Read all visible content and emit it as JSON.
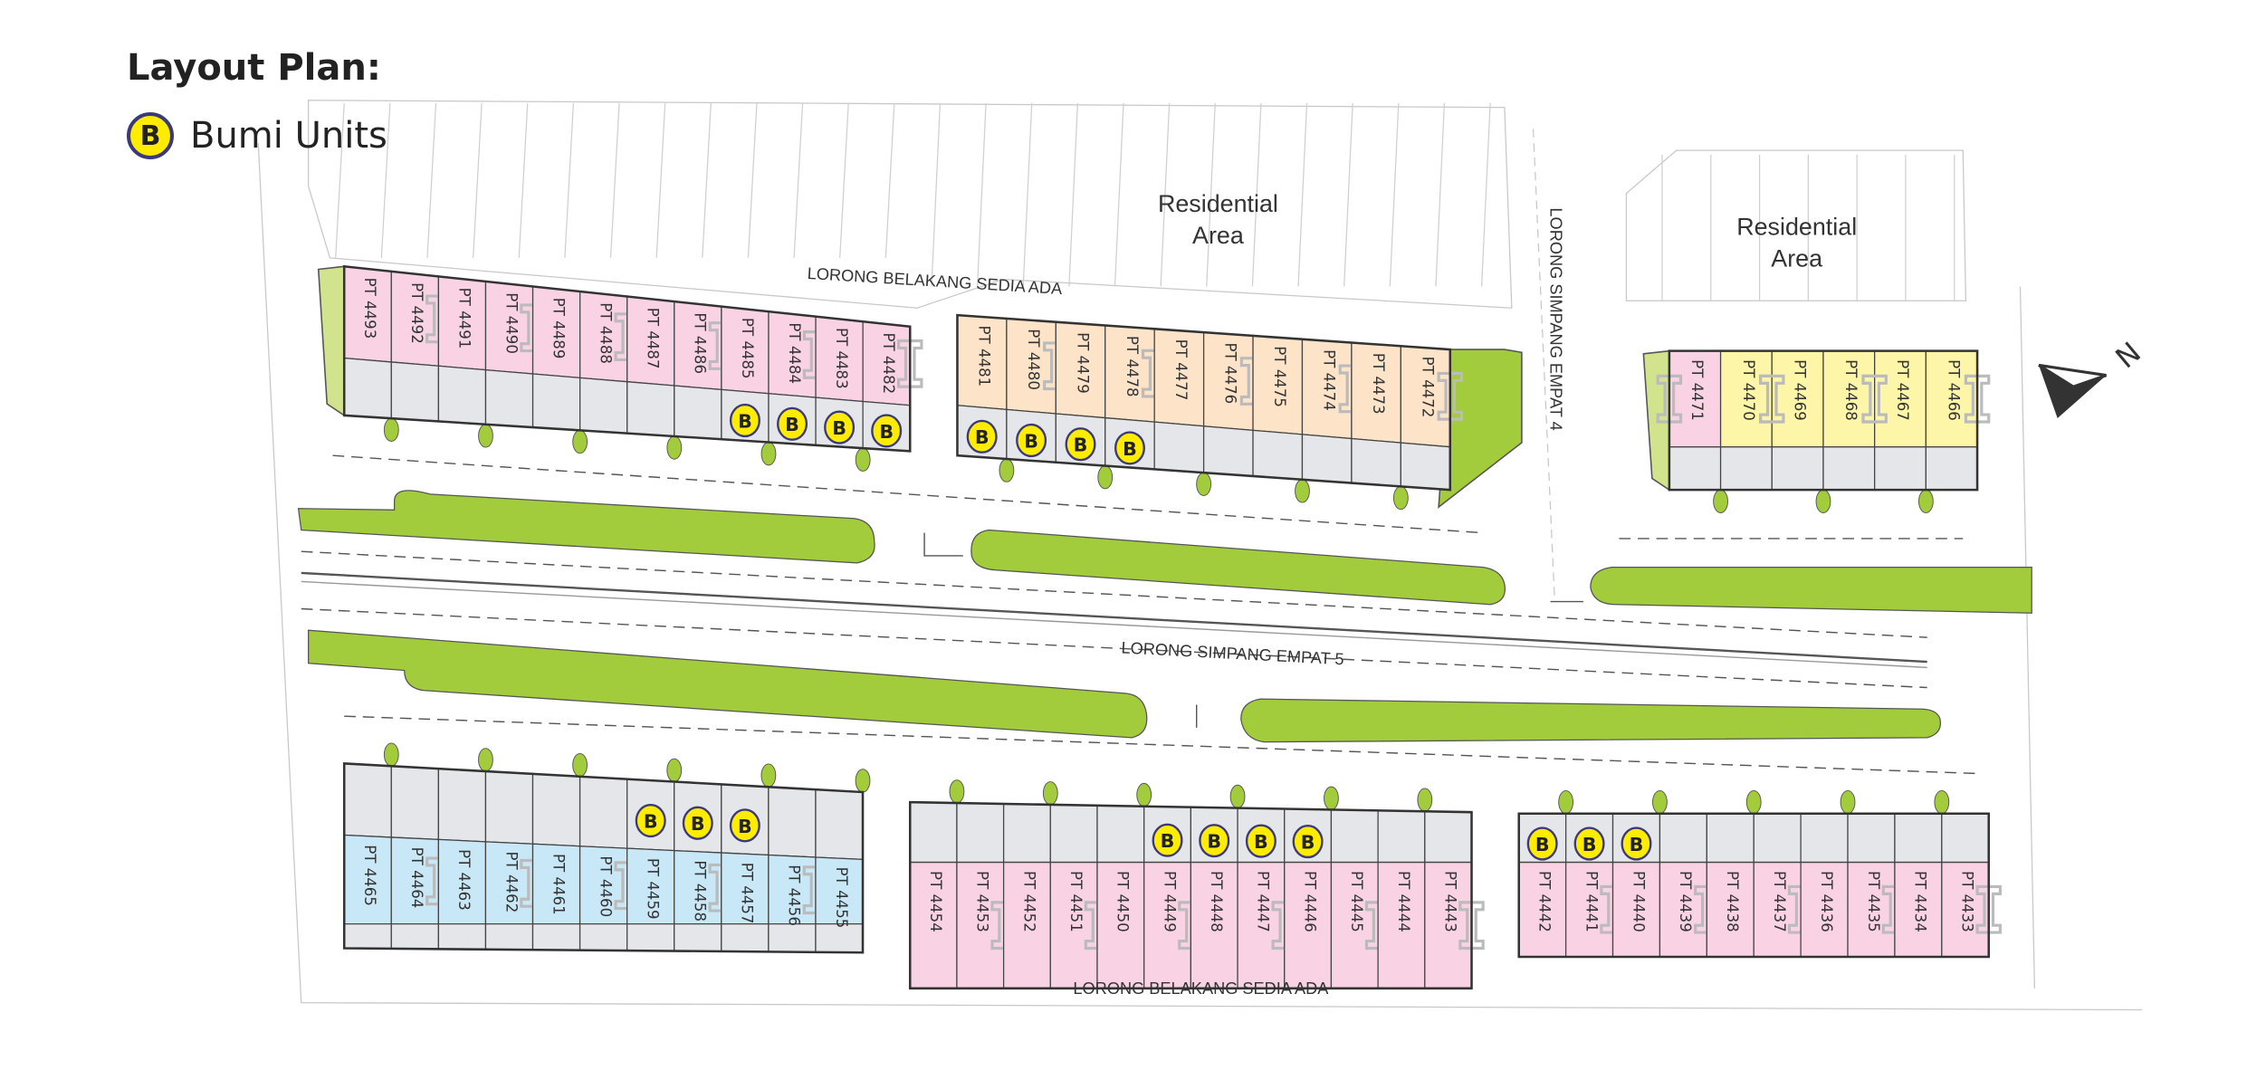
{
  "header": {
    "title": "Layout Plan:"
  },
  "legend": {
    "badge": "B",
    "label": "Bumi Units"
  },
  "labels": {
    "residential_left": [
      "Residential",
      "Area"
    ],
    "residential_right": [
      "Residential",
      "Area"
    ],
    "road_top": "LORONG BELAKANG SEDIA ADA",
    "road_bottom": "LORONG BELAKANG SEDIA ADA",
    "road_side": "LORONG SIMPANG EMPAT 4",
    "road_main": "LORONG SIMPANG EMPAT 5",
    "north": "N"
  },
  "colors": {
    "pink": "#f9d3e3",
    "peach": "#fde3c8",
    "yellow": "#fdf6a8",
    "blue": "#c9e8f7",
    "grey": "#e4e6e9",
    "green": "#a3cc3c",
    "green_light": "#d2e38e",
    "bumi": "#ffec00",
    "bumi_border": "#3a3a7a"
  },
  "blocks": [
    {
      "id": "A",
      "color": "pink",
      "lots": [
        "4493",
        "4492",
        "4491",
        "4490",
        "4489",
        "4488",
        "4487",
        "4486",
        "4485",
        "4484",
        "4483",
        "4482"
      ],
      "bumi": [
        "4485",
        "4484",
        "4483",
        "4482"
      ]
    },
    {
      "id": "B",
      "color": "peach",
      "lots": [
        "4481",
        "4480",
        "4479",
        "4478",
        "4477",
        "4476",
        "4475",
        "4474",
        "4473",
        "4472"
      ],
      "bumi": [
        "4481",
        "4480",
        "4479",
        "4478"
      ]
    },
    {
      "id": "C",
      "color": "yellow",
      "lots": [
        "4471",
        "4470",
        "4469",
        "4468",
        "4467",
        "4466"
      ],
      "pink_lots": [
        "4471"
      ],
      "bumi": []
    },
    {
      "id": "D",
      "color": "blue",
      "lots": [
        "4465",
        "4464",
        "4463",
        "4462",
        "4461",
        "4460",
        "4459",
        "4458",
        "4457",
        "4456",
        "4455"
      ],
      "bumi": [
        "4459",
        "4458",
        "4457"
      ]
    },
    {
      "id": "E",
      "color": "pink",
      "lots": [
        "4454",
        "4453",
        "4452",
        "4451",
        "4450",
        "4449",
        "4448",
        "4447",
        "4446",
        "4445",
        "4444",
        "4443"
      ],
      "bumi": [
        "4449",
        "4448",
        "4447",
        "4446"
      ]
    },
    {
      "id": "F",
      "color": "pink",
      "lots": [
        "4442",
        "4441",
        "4440",
        "4439",
        "4438",
        "4437",
        "4436",
        "4435",
        "4434",
        "4433"
      ],
      "bumi": [
        "4442",
        "4441",
        "4440"
      ]
    }
  ],
  "lot_prefix": "PT",
  "bumi_badge": "B"
}
